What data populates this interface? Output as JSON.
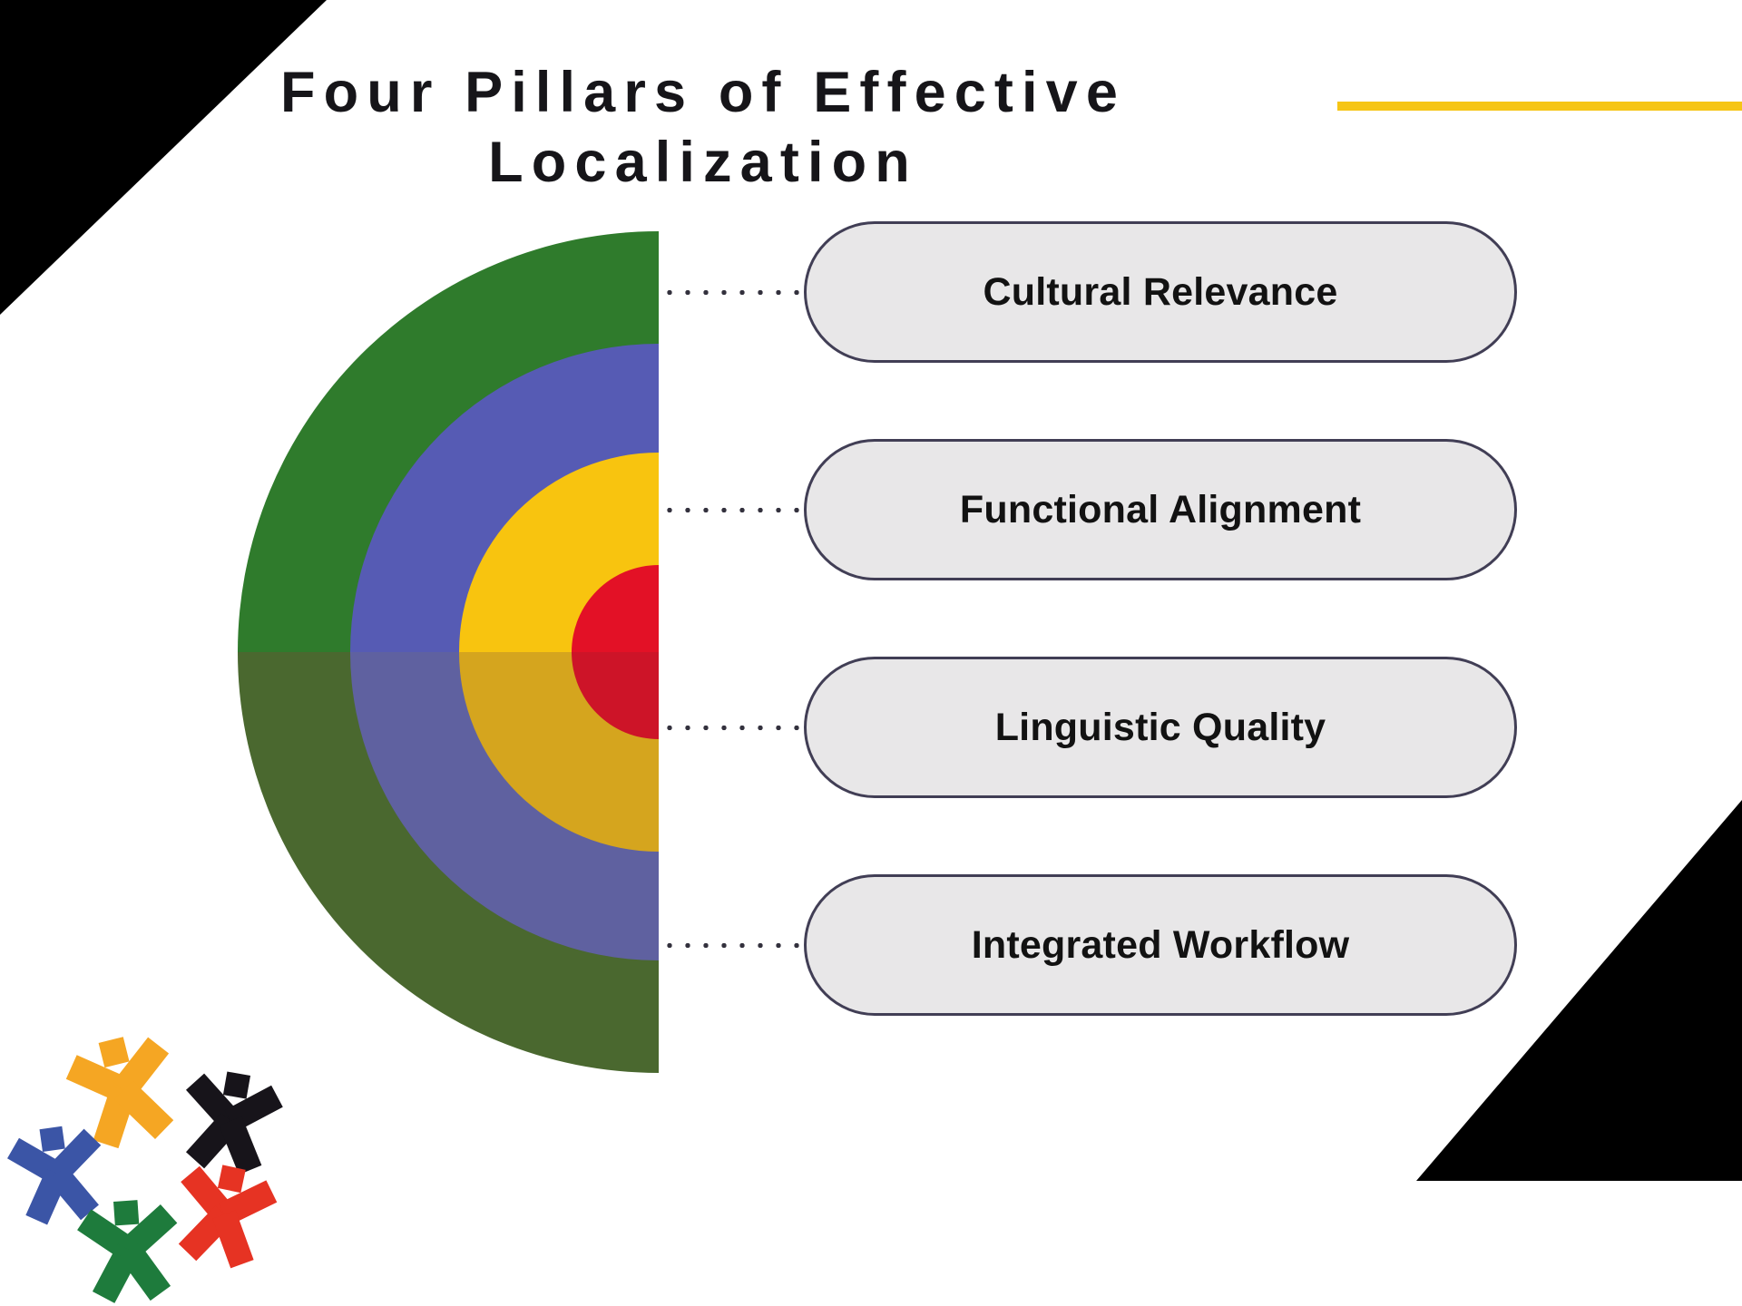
{
  "title": {
    "line1": "Four Pillars of Effective",
    "line2": "Localization"
  },
  "pillars": [
    {
      "label": "Cultural Relevance"
    },
    {
      "label": "Functional Alignment"
    },
    {
      "label": "Linguistic Quality"
    },
    {
      "label": "Integrated Workflow"
    }
  ],
  "diagram": {
    "type": "concentric-half-target",
    "rings": [
      {
        "name": "outer-ring",
        "top_color": "#2F7B2C",
        "bottom_color": "#4A682F"
      },
      {
        "name": "second-ring",
        "top_color": "#565BB4",
        "bottom_color": "#5F61A0"
      },
      {
        "name": "third-ring",
        "top_color": "#F8C40F",
        "bottom_color": "#D5A51E"
      },
      {
        "name": "center-ring",
        "top_color": "#E31126",
        "bottom_color": "#CD1428"
      }
    ]
  },
  "decor": {
    "corner_color": "#000000",
    "accent_line_color": "#F6C515",
    "connector_dot_color": "#33313D",
    "title_color": "#161519",
    "pill_fill": "#E8E7E8",
    "pill_border": "#413E55"
  },
  "logo": {
    "people": [
      {
        "name": "person-yellow",
        "color": "#F5A623"
      },
      {
        "name": "person-black",
        "color": "#17141A"
      },
      {
        "name": "person-blue",
        "color": "#3B55A6"
      },
      {
        "name": "person-red",
        "color": "#E63323"
      },
      {
        "name": "person-green",
        "color": "#1E7B3C"
      }
    ]
  }
}
